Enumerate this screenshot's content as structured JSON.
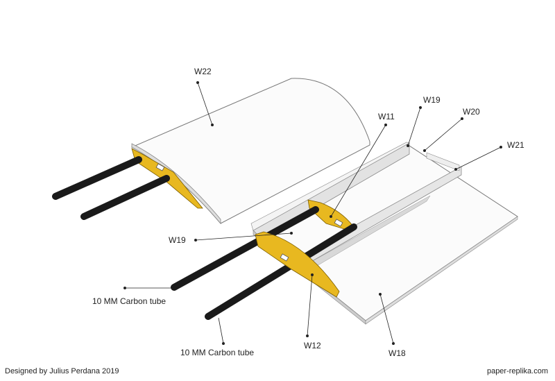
{
  "labels": {
    "w22": "W22",
    "w19_top": "W19",
    "w11": "W11",
    "w20": "W20",
    "w21": "W21",
    "w19_left": "W19",
    "tube1": "10 MM Carbon tube",
    "tube2": "10 MM Carbon tube",
    "w12": "W12",
    "w18": "W18"
  },
  "footer": {
    "credit": "Designed by Julius Perdana 2019",
    "site": "paper-replika.com"
  },
  "colors": {
    "rib": "#e8b820",
    "tube": "#1a1a1a",
    "panel": "#f7f7f7",
    "edge": "#9a9a9a"
  }
}
